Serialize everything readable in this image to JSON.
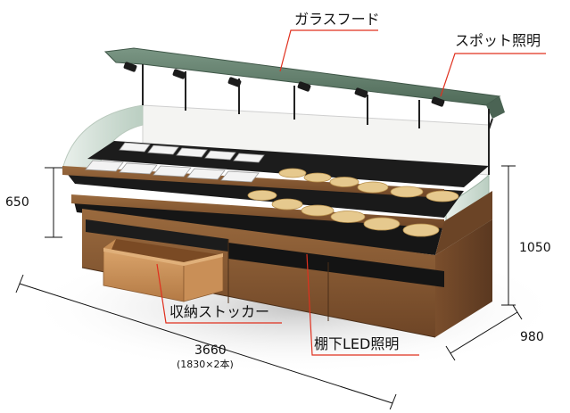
{
  "callouts": {
    "glass_hood": "ガラスフード",
    "spotlight": "スポット照明",
    "storage_drawer": "収納ストッカー",
    "under_shelf_led": "棚下LED照明"
  },
  "dimensions": {
    "height_left": "650",
    "height_right": "1050",
    "depth": "980",
    "width": "3660",
    "width_note": "(1830×2本)"
  },
  "colors": {
    "callout_line": "#e0301e",
    "wood": "#8a5a34",
    "wood_dark": "#5a3820",
    "hood_glass": "#5f7a66",
    "shelf_black": "#1a1a1a",
    "bread": "#e6c98e"
  }
}
